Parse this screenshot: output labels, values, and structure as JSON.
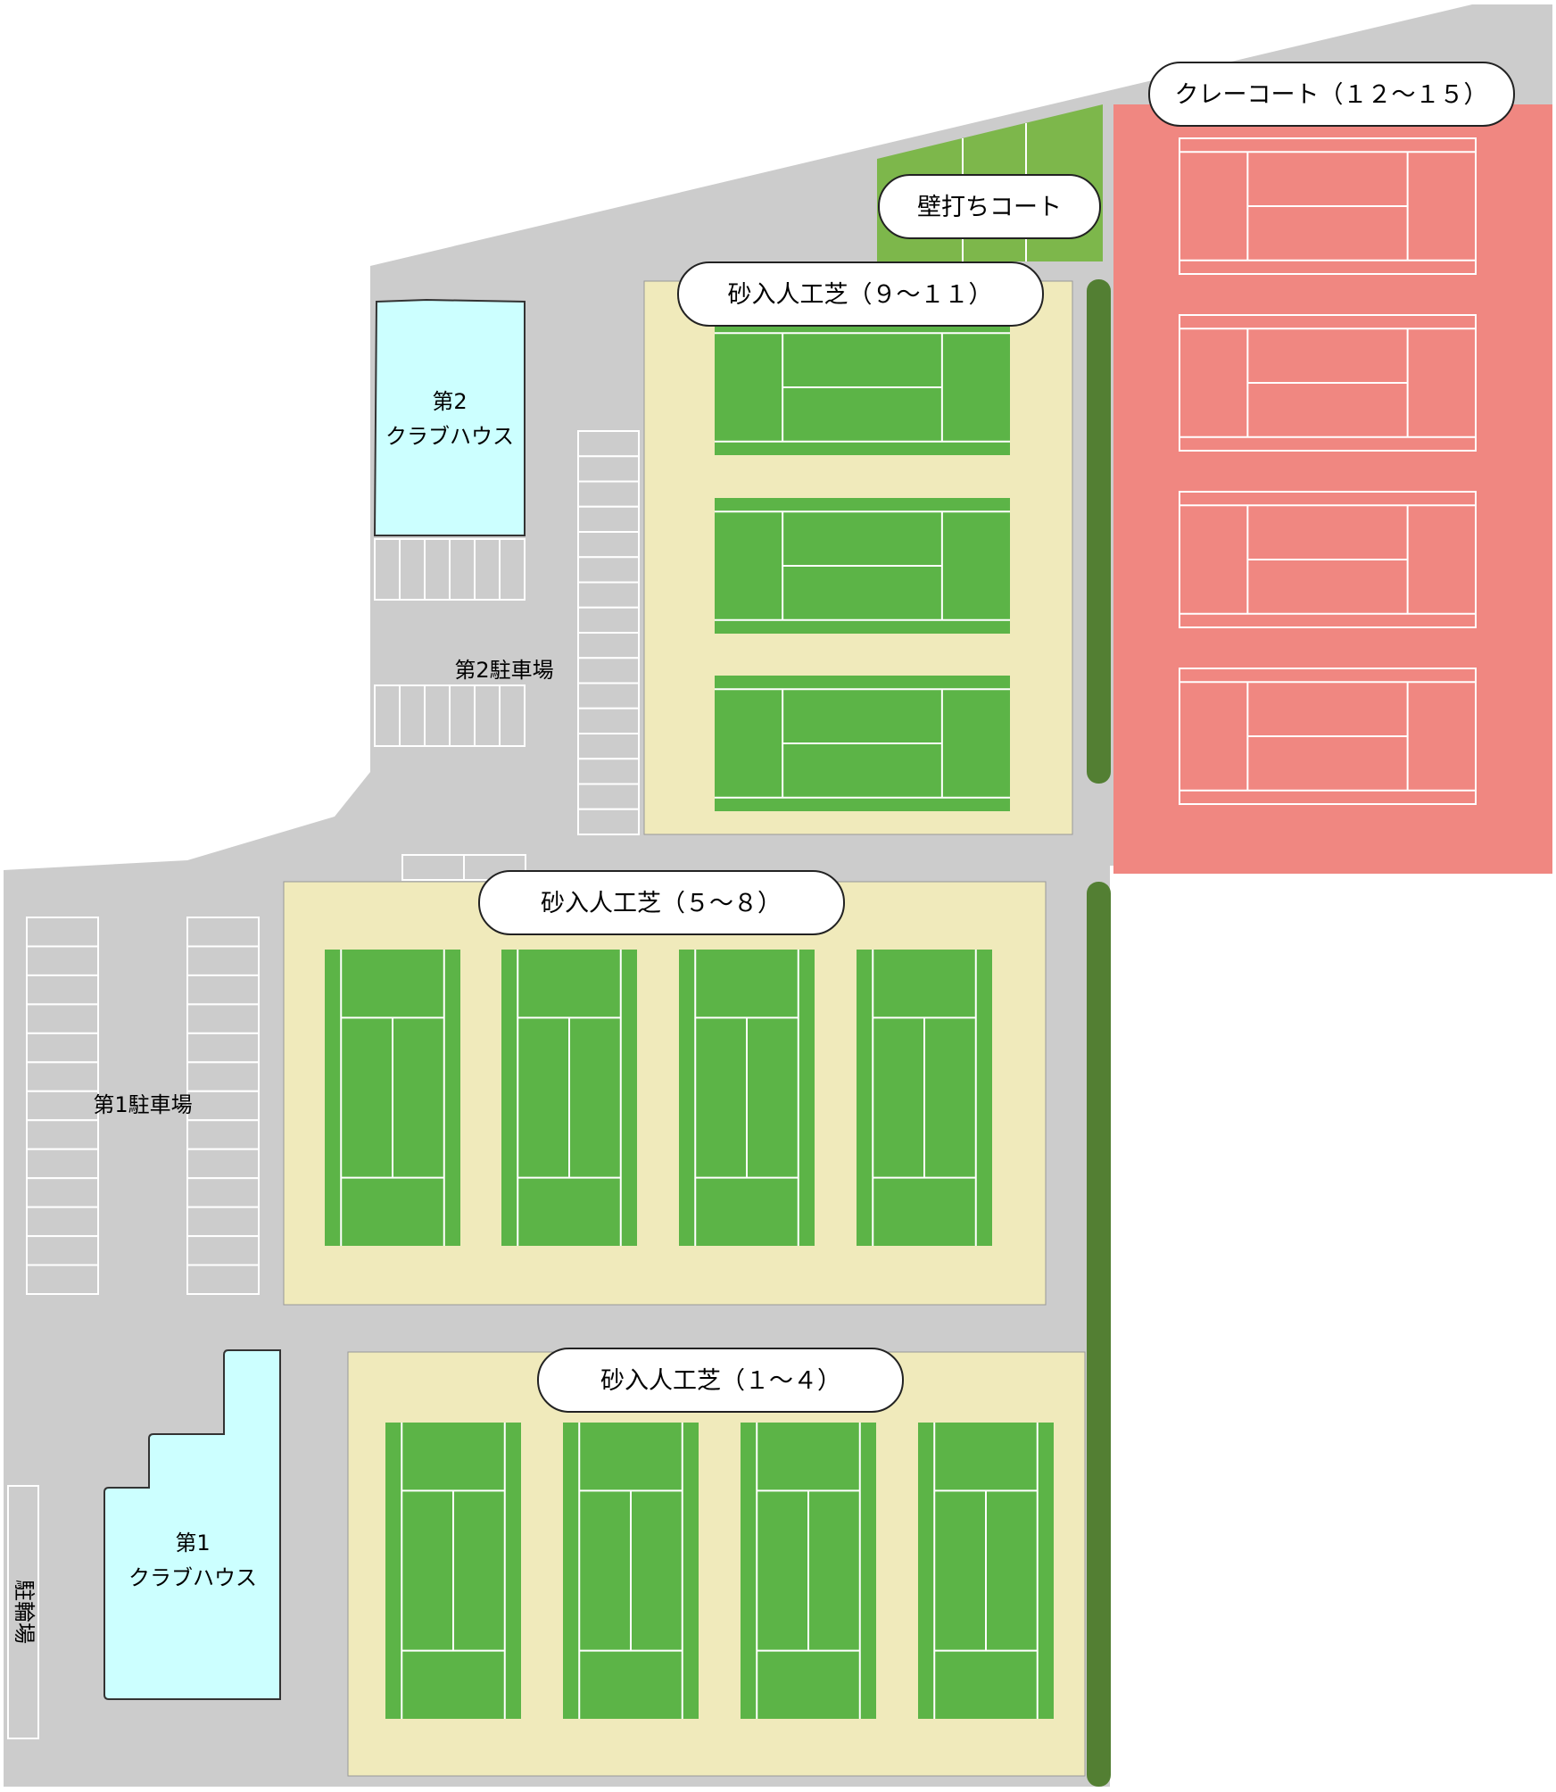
{
  "labels": {
    "clay": "クレーコート（１２～１５）",
    "wall": "壁打ちコート",
    "sand_9_11": "砂入人工芝（９～１１）",
    "sand_5_8": "砂入人工芝（５～８）",
    "sand_1_4": "砂入人工芝（１～４）",
    "clubhouse2_line1": "第2",
    "clubhouse2_line2": "クラブハウス",
    "clubhouse1_line1": "第1",
    "clubhouse1_line2": "クラブハウス",
    "parking2": "第2駐車場",
    "parking1": "第1駐車場",
    "bicycle": "駐輪場"
  },
  "colors": {
    "ground": "#cccccc",
    "clay": "#f08781",
    "court_green": "#5cb447",
    "sand_area": "#f0eabb",
    "wall_court": "#7db74b",
    "hedge": "#537f33",
    "clubhouse": "#ccffff",
    "line": "#ffffff",
    "outline": "#333333"
  },
  "icons": {
    "clubhouse": "building-icon",
    "parking": "parking-lot-icon",
    "bicycle": "bicycle-parking-icon"
  }
}
